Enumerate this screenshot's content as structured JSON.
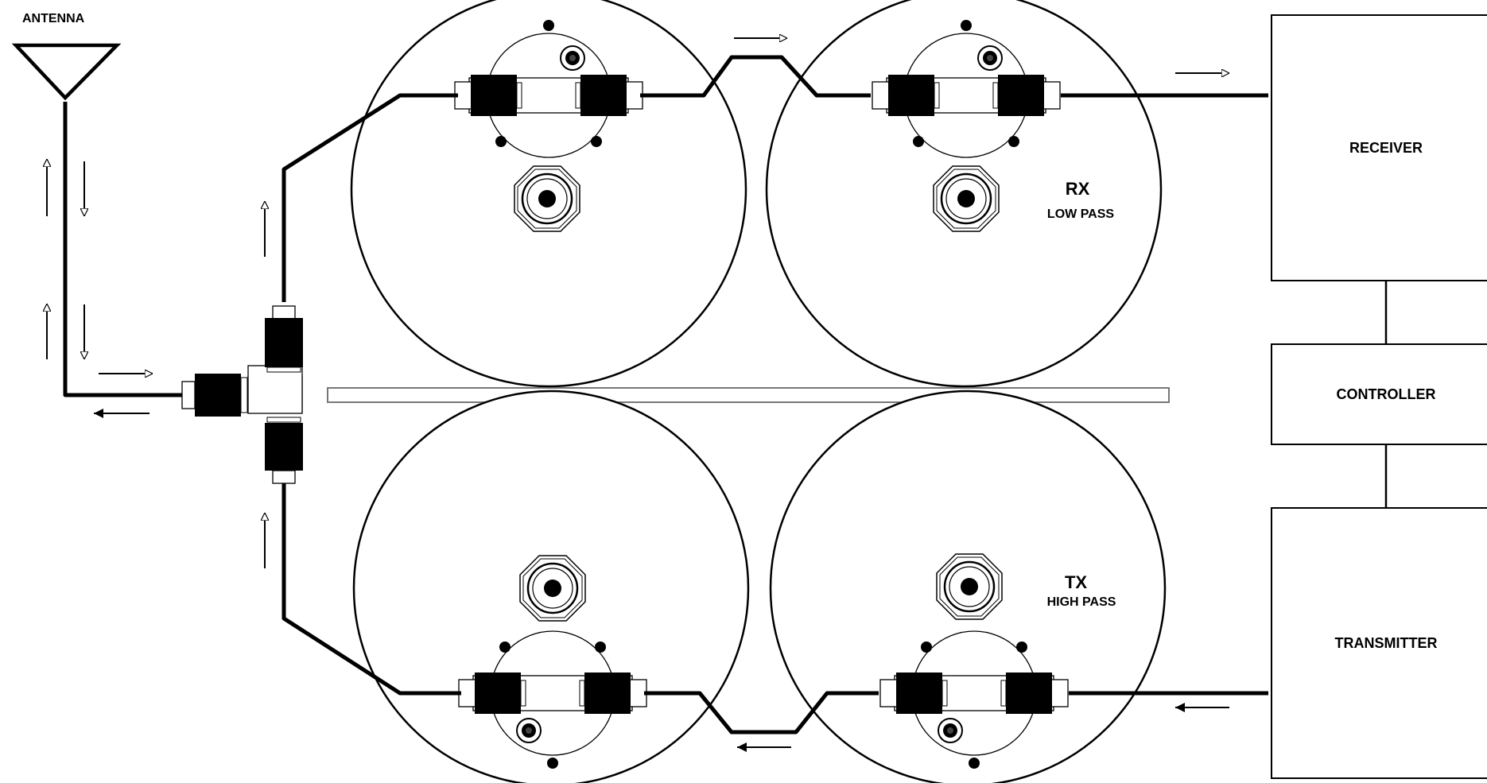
{
  "labels": {
    "antenna": "ANTENNA",
    "rx": "RX",
    "rx_sub": "LOW PASS",
    "tx": "TX",
    "tx_sub": "HIGH PASS"
  },
  "blocks": {
    "receiver": "RECEIVER",
    "controller": "CONTROLLER",
    "transmitter": "TRANSMITTER"
  },
  "colors": {
    "ink": "#000000",
    "paper": "#ffffff"
  }
}
